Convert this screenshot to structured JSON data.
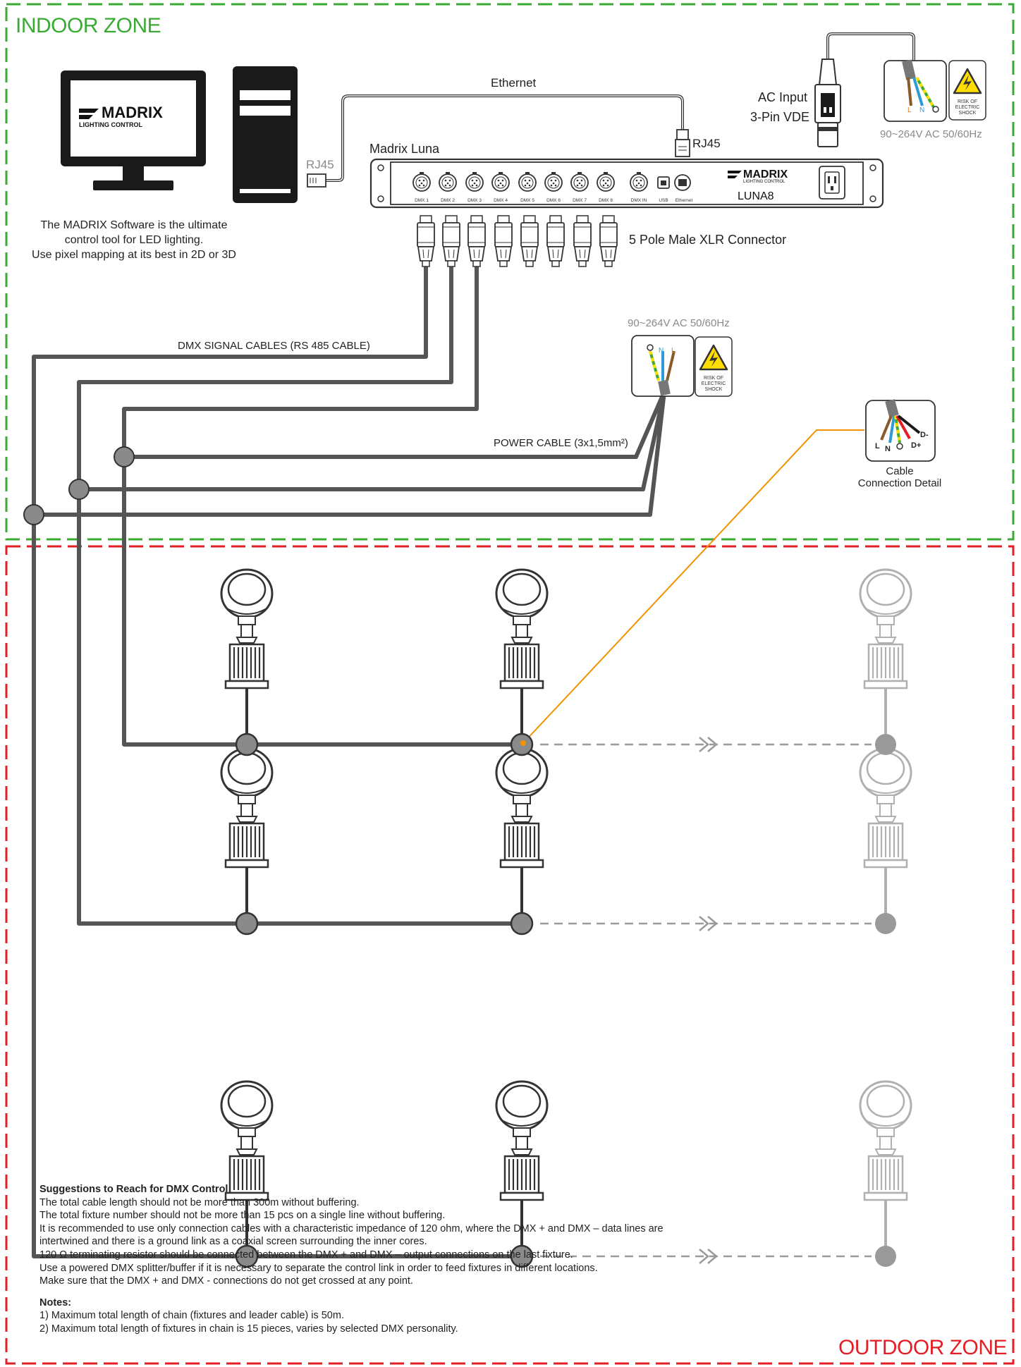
{
  "zones": {
    "indoor": {
      "label": "INDOOR ZONE",
      "color": "#3aaa35"
    },
    "outdoor": {
      "label": "OUTDOOR ZONE",
      "color": "#e31e24"
    }
  },
  "software": {
    "logo_main": "MADRIX",
    "logo_sub": "LIGHTING CONTROL",
    "description": "The MADRIX Software is the ultimate\ncontrol tool for LED lighting.\nUse pixel mapping at its best in 2D or 3D"
  },
  "connections": {
    "rj45_pc": "RJ45",
    "ethernet": "Ethernet",
    "rj45_device": "RJ45"
  },
  "device": {
    "name": "Madrix Luna",
    "logo_main": "MADRIX",
    "logo_sub": "LIGHTING CONTROL",
    "model": "LUNA8",
    "ports": [
      "DMX 1",
      "DMX 2",
      "DMX 3",
      "DMX 4",
      "DMX 5",
      "DMX 6",
      "DMX 7",
      "DMX 8",
      "DMX IN",
      "USB",
      "Ethernet"
    ]
  },
  "ac_input": {
    "title": "AC Input",
    "subtitle": "3-Pin VDE",
    "voltage": "90~264V AC 50/60Hz",
    "wire_labels": [
      "L",
      "N"
    ]
  },
  "xlr": {
    "label": "5 Pole Male XLR Connector"
  },
  "power_block": {
    "voltage": "90~264V AC 50/60Hz",
    "wire_labels": [
      "N",
      "L"
    ]
  },
  "warning": {
    "line1": "RISK OF",
    "line2": "ELECTRIC",
    "line3": "SHOCK"
  },
  "cables": {
    "dmx_signal": "DMX SIGNAL CABLES (RS 485 CABLE)",
    "power": "POWER CABLE (3x1,5mm²)"
  },
  "cable_detail": {
    "wire_labels": [
      "L",
      "N",
      "D+",
      "D-"
    ],
    "line1": "Cable",
    "line2": "Connection Detail",
    "leader_color": "#f39200"
  },
  "colors": {
    "cable": "#555555",
    "faded": "#b0b0b0"
  },
  "notes": {
    "suggestions_title": "Suggestions to Reach for DMX Control",
    "suggestions": [
      "The total cable length should not be more than 300m without buffering.",
      "The total fixture number should not be more than 15 pcs on a single line without buffering.",
      "It is recommended to use only connection cables with a characteristic impedance of 120 ohm, where the DMX + and DMX – data lines are",
      "intertwined and there is a ground link as a coaxial screen surrounding the inner cores.",
      "120 Ω terminating resistor should be connected between the DMX + and DMX – output connections on the last fixture.",
      "Use a powered DMX splitter/buffer if it is necessary to separate the control link in order to feed fixtures in different locations.",
      "Make sure that the DMX + and DMX - connections do not get crossed at any point."
    ],
    "notes_title": "Notes:",
    "notes": [
      "1) Maximum total length of chain (fixtures and leader cable) is 50m.",
      "2) Maximum total length of fixtures in chain is 15 pieces, varies by selected DMX personality."
    ]
  }
}
